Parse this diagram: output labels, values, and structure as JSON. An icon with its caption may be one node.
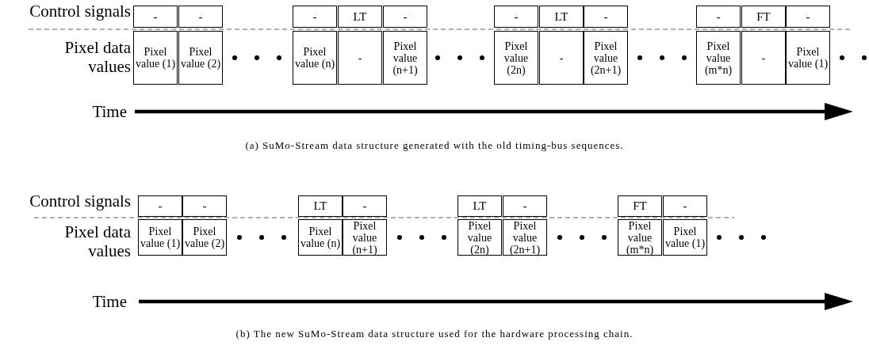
{
  "diagram": {
    "nodes": [
      {
        "text": [
          "-"
        ]
      },
      {
        "text": [
          "-"
        ]
      },
      {
        "text": [
          "-"
        ]
      },
      {
        "text": [
          "LT"
        ]
      },
      {
        "text": [
          "-"
        ]
      },
      {
        "text": [
          "-"
        ]
      },
      {
        "text": [
          "LT"
        ]
      },
      {
        "text": [
          "-"
        ]
      },
      {
        "text": [
          "-"
        ]
      },
      {
        "text": [
          "FT"
        ]
      },
      {
        "text": [
          "-"
        ]
      },
      {
        "text": [
          "Pixel value (1)"
        ]
      },
      {
        "text": [
          "Pixel value (2)"
        ]
      },
      {
        "text": [
          "Pixel value (n)"
        ]
      },
      {
        "text": [
          "-"
        ]
      },
      {
        "text": [
          "Pixel value (n+1)"
        ]
      },
      {
        "text": [
          "Pixel value (2n)"
        ]
      },
      {
        "text": [
          "-"
        ]
      },
      {
        "text": [
          "Pixel value (2n+1)"
        ]
      },
      {
        "text": [
          "Pixel value (m*n)"
        ]
      },
      {
        "text": [
          "-"
        ]
      },
      {
        "text": [
          "Pixel value (1)"
        ]
      },
      {
        "text": [
          "-"
        ]
      },
      {
        "text": [
          "-"
        ]
      },
      {
        "text": [
          "LT"
        ]
      },
      {
        "text": [
          "-"
        ]
      },
      {
        "text": [
          "LT"
        ]
      },
      {
        "text": [
          "-"
        ]
      },
      {
        "text": [
          "FT"
        ]
      },
      {
        "text": [
          "-"
        ]
      },
      {
        "text": [
          "Pixel value (1)"
        ]
      },
      {
        "text": [
          "Pixel value (2)"
        ]
      },
      {
        "text": [
          "Pixel value (n)"
        ]
      },
      {
        "text": [
          "Pixel value (n+1)"
        ]
      },
      {
        "text": [
          "Pixel value (2n)"
        ]
      },
      {
        "text": [
          "Pixel value (2n+1)"
        ]
      },
      {
        "text": [
          "Pixel value (m*n)"
        ]
      },
      {
        "text": [
          "Pixel value (1)"
        ]
      }
    ],
    "labels": [
      "Control signals",
      "Pixel data values",
      "Time",
      "(a) SuMo-Stream data structure generated with the old timing-bus sequences.",
      "Control signals",
      "Pixel data values",
      "Time",
      "(b) The new SuMo-Stream data structure used for the hardware processing chain."
    ]
  }
}
